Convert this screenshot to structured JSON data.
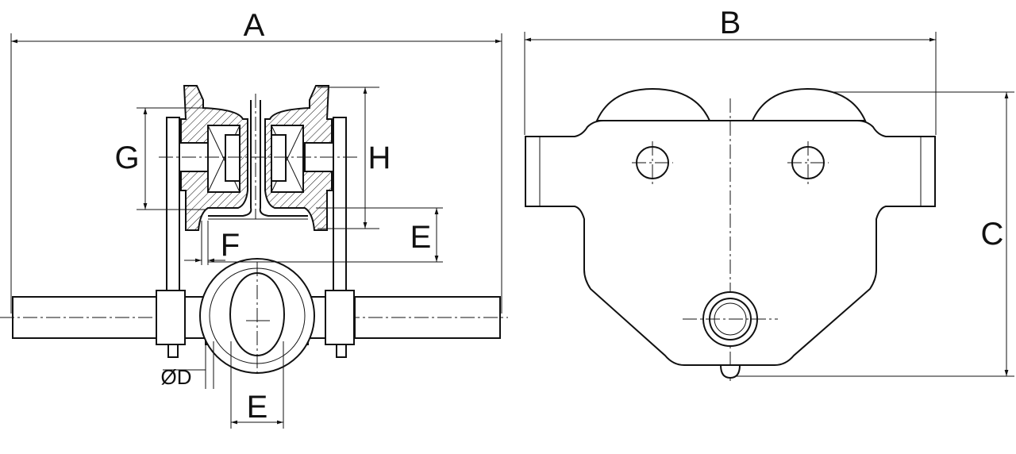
{
  "labels": {
    "A": "A",
    "B": "B",
    "C": "C",
    "D": "ØD",
    "E_top": "E",
    "E_bottom": "E",
    "F": "F",
    "G": "G",
    "H": "H"
  }
}
